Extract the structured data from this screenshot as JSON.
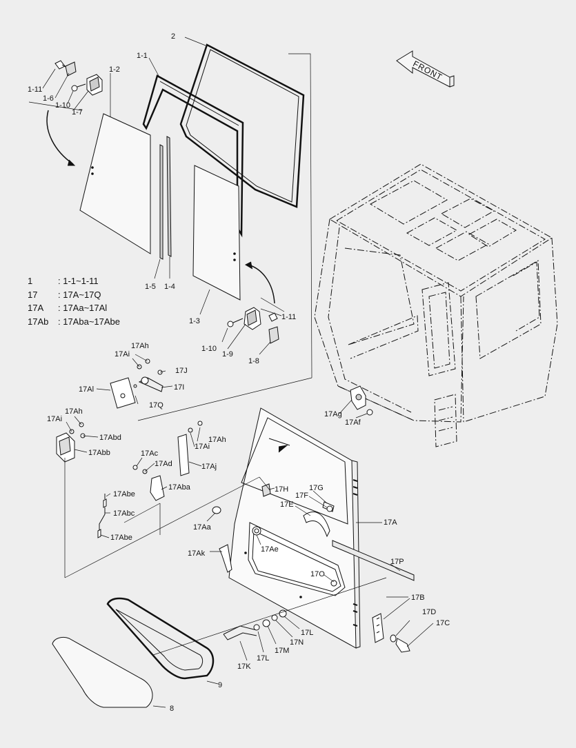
{
  "diagram": {
    "front_label": "FRONT",
    "legend": [
      {
        "code": "1",
        "range": ": 1-1~1-11"
      },
      {
        "code": "17",
        "range": ": 17A~17Q"
      },
      {
        "code": "17A",
        "range": ": 17Aa~17Al"
      },
      {
        "code": "17Ab",
        "range": ": 17Aba~17Abe"
      }
    ],
    "labels": {
      "l2": "2",
      "l1_1": "1-1",
      "l1_2": "1-2",
      "l1_11a": "1-11",
      "l1_6": "1-6",
      "l1_10a": "1-10",
      "l1_7": "1-7",
      "l1_5": "1-5",
      "l1_4": "1-4",
      "l1_3": "1-3",
      "l1_11b": "1-11",
      "l1_10b": "1-10",
      "l1_9": "1-9",
      "l1_8": "1-8",
      "l17Ah_a": "17Ah",
      "l17Ai_a": "17Ai",
      "l17J": "17J",
      "l17Al": "17Al",
      "l17I": "17I",
      "l17Q": "17Q",
      "l17Ah_b": "17Ah",
      "l17Ai_b": "17Ai",
      "l17Abd": "17Abd",
      "l17Abb": "17Abb",
      "l17Ah_c": "17Ah",
      "l17Ai_c": "17Ai",
      "l17Ac": "17Ac",
      "l17Ad": "17Ad",
      "l17Aj": "17Aj",
      "l17Aba": "17Aba",
      "l17Abe_a": "17Abe",
      "l17Abc": "17Abc",
      "l17Abe_b": "17Abe",
      "l17Ag": "17Ag",
      "l17Af": "17Af",
      "l17H": "17H",
      "l17G": "17G",
      "l17F": "17F",
      "l17E": "17E",
      "l17Aa": "17Aa",
      "l17A": "17A",
      "l17Ak": "17Ak",
      "l17Ae": "17Ae",
      "l17P": "17P",
      "l17O": "17O",
      "l17B": "17B",
      "l17D": "17D",
      "l17C": "17C",
      "l17L_a": "17L",
      "l17N": "17N",
      "l17M": "17M",
      "l17L_b": "17L",
      "l17K": "17K",
      "l9": "9",
      "l8": "8"
    }
  }
}
